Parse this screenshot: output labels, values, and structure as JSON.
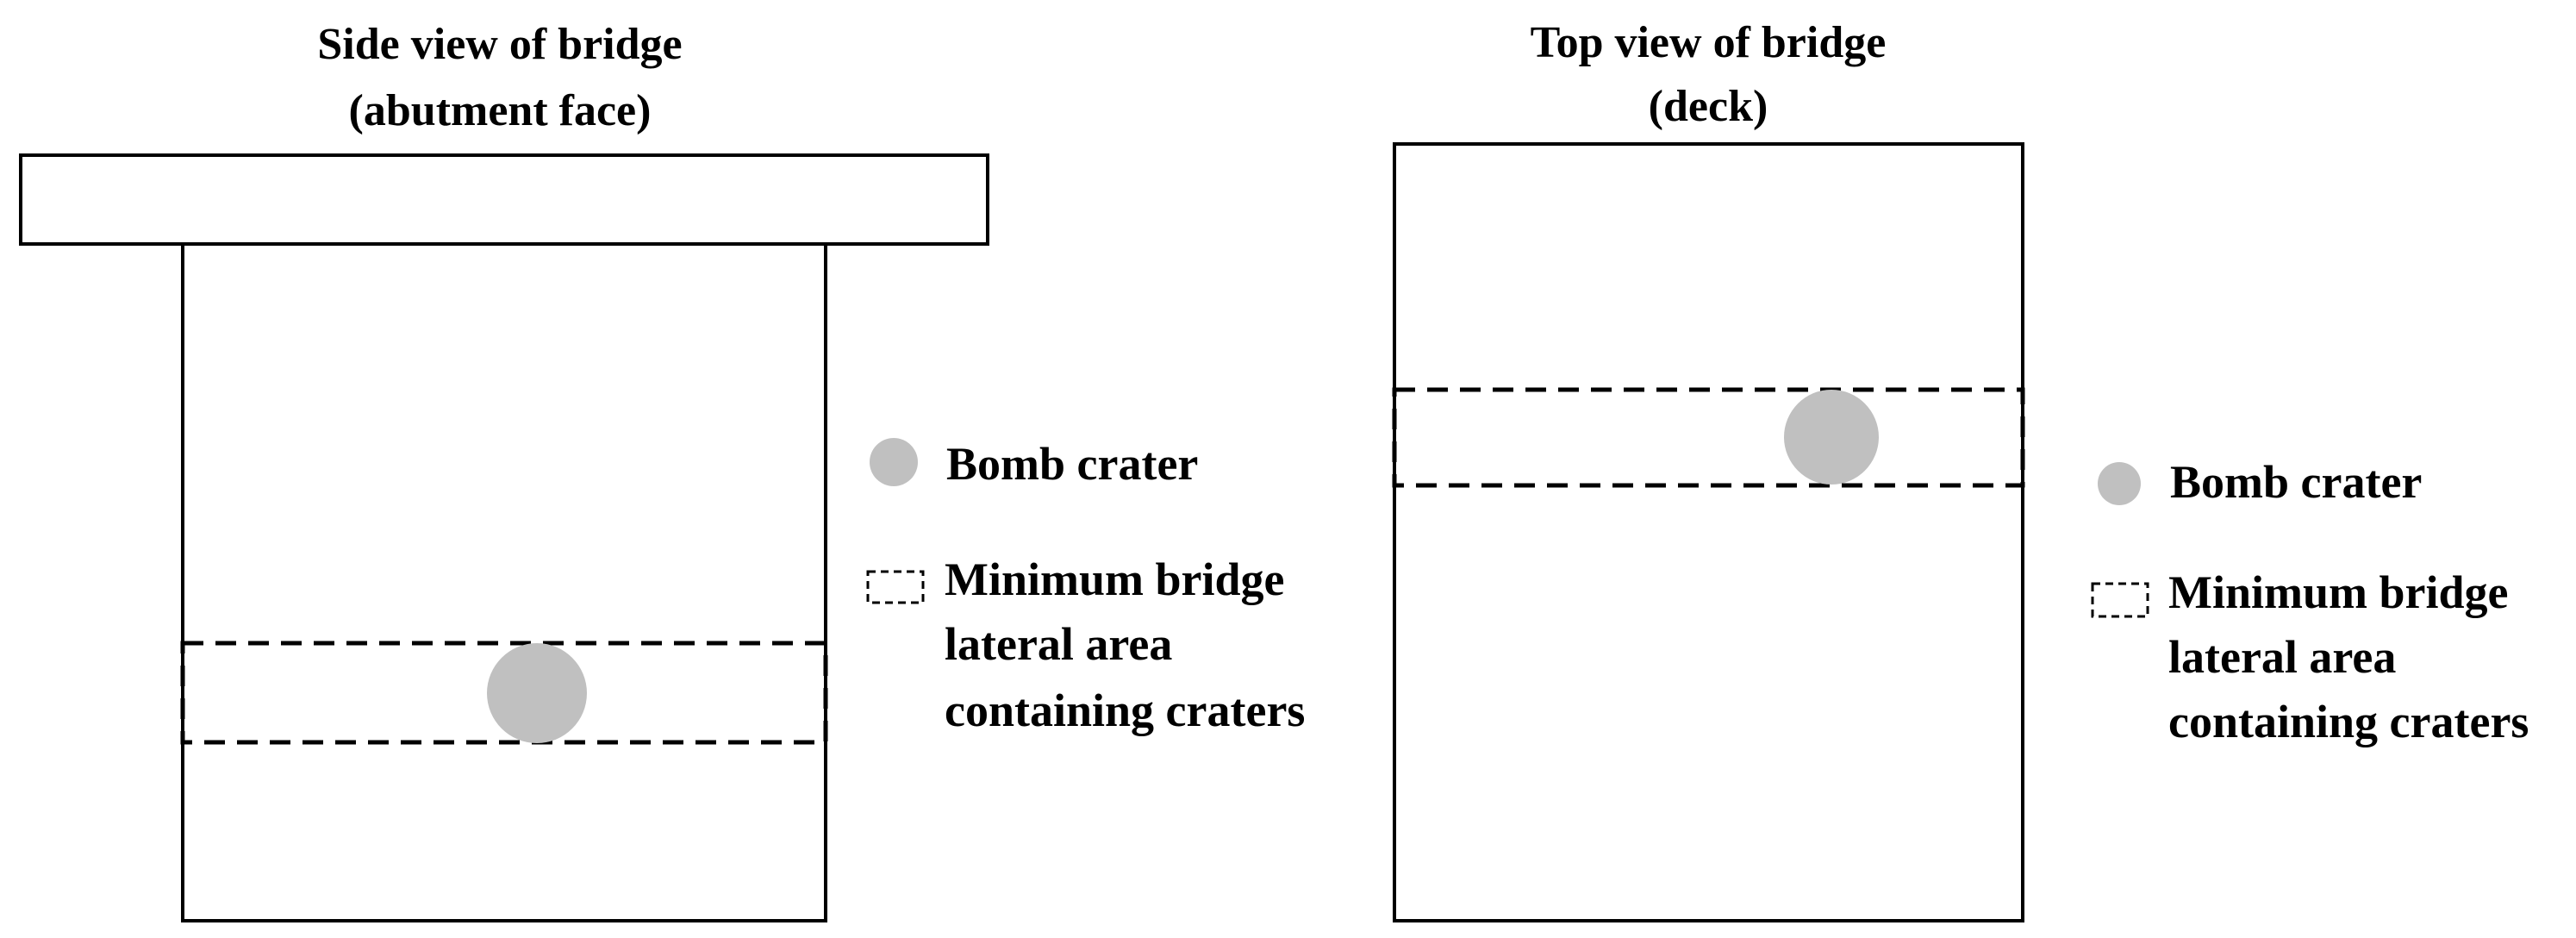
{
  "colors": {
    "crater": "#c0c0c0",
    "line": "#000000",
    "background": "#ffffff"
  },
  "side_view": {
    "title_line1": "Side view of bridge",
    "title_line2": "(abutment face)",
    "legend": {
      "crater_label": "Bomb crater",
      "area_label_line1": "Minimum bridge",
      "area_label_line2": "lateral area",
      "area_label_line3": "containing craters"
    }
  },
  "top_view": {
    "title_line1": "Top view of bridge",
    "title_line2": "(deck)",
    "legend": {
      "crater_label": "Bomb crater",
      "area_label_line1": "Minimum bridge",
      "area_label_line2": "lateral area",
      "area_label_line3": "containing craters"
    }
  }
}
